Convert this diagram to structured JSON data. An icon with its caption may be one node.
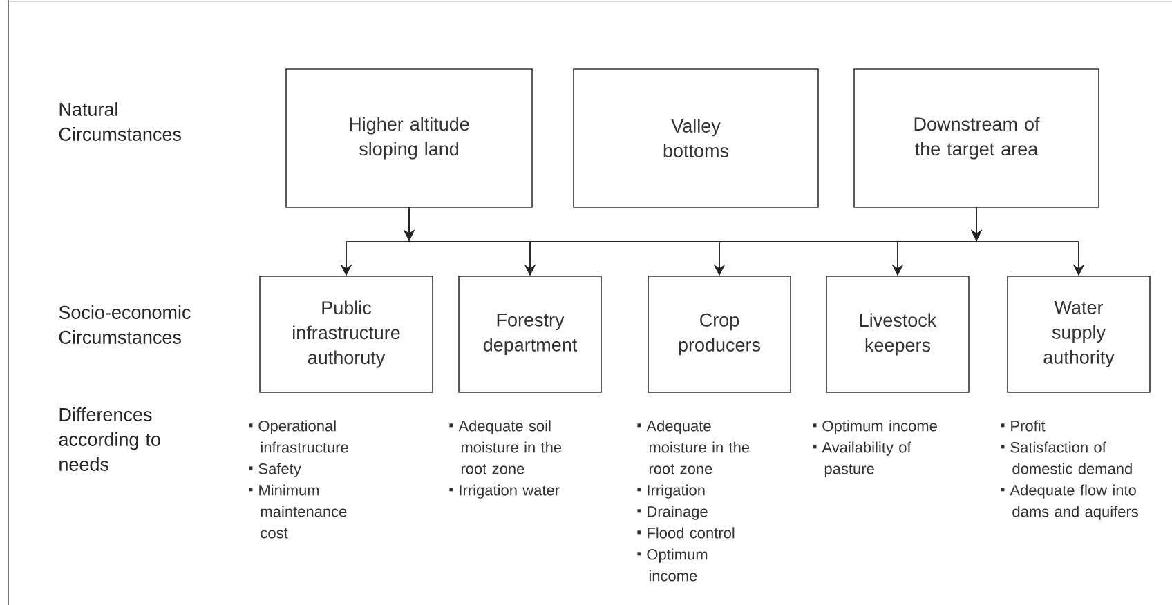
{
  "diagram": {
    "nodes": [
      {
        "text": [
          "Higher altitude sloping land"
        ]
      },
      {
        "text": [
          "Valley bottoms"
        ]
      },
      {
        "text": [
          "Downstream of the target area"
        ]
      },
      {
        "text": [
          "Public infrastructure authoruty"
        ],
        "beside": [
          "Operational infrastructure",
          "Safety",
          "Minimum maintenance cost"
        ]
      },
      {
        "text": [
          "Forestry department"
        ],
        "beside": [
          "Adequate soil moisture in the root zone",
          "Irrigation water"
        ]
      },
      {
        "text": [
          "Crop producers"
        ],
        "beside": [
          "Adequate moisture in the root zone",
          "Irrigation",
          "Drainage",
          "Flood control",
          "Optimum income"
        ]
      },
      {
        "text": [
          "Livestock keepers"
        ],
        "beside": [
          "Optimum income",
          "Availability of pasture"
        ]
      },
      {
        "text": [
          "Water supply authority"
        ],
        "beside": [
          "Profit",
          "Satisfaction of domestic demand",
          "Adequate flow into dams and aquifers"
        ]
      }
    ],
    "edges": [
      {
        "from": 0,
        "to": 3,
        "arrow": "to"
      },
      {
        "from": 0,
        "to": 4,
        "arrow": "to"
      },
      {
        "from": 0,
        "to": 5,
        "arrow": "to"
      },
      {
        "from": 0,
        "to": 6,
        "arrow": "to"
      },
      {
        "from": 0,
        "to": 7,
        "arrow": "to"
      },
      {
        "from": 2,
        "to": 3,
        "arrow": "to"
      },
      {
        "from": 2,
        "to": 4,
        "arrow": "to"
      },
      {
        "from": 2,
        "to": 5,
        "arrow": "to"
      },
      {
        "from": 2,
        "to": 6,
        "arrow": "to"
      },
      {
        "from": 2,
        "to": 7,
        "arrow": "to"
      }
    ],
    "labels": [
      "Natural Circumstances",
      "Socio-economic Circumstances",
      "Differences according to needs"
    ]
  }
}
